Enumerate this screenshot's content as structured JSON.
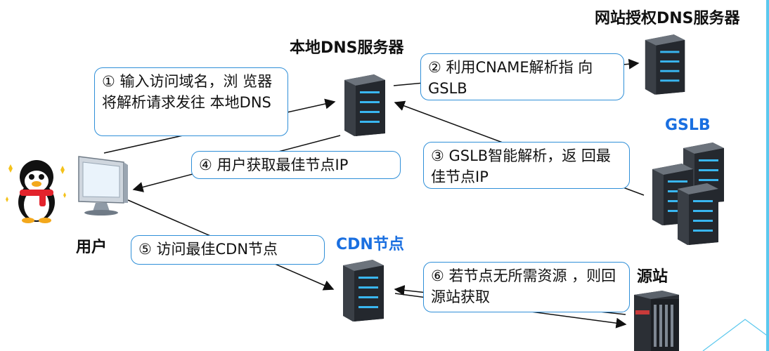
{
  "title_local_dns": "本地DNS服务器",
  "title_auth_dns": "网站授权DNS服务器",
  "title_gslb": "GSLB",
  "title_cdn": "CDN节点",
  "title_origin": "源站",
  "title_user": "用户",
  "steps": [
    {
      "text": "① 输入访问域名，浏 览器将解析请求发往 本地DNS"
    },
    {
      "text": "② 利用CNAME解析指 向GSLB"
    },
    {
      "text": "③ GSLB智能解析，返 回最佳节点IP"
    },
    {
      "text": "④ 用户获取最佳节点IP"
    },
    {
      "text": "⑤ 访问最佳CDN节点"
    },
    {
      "text": "⑥ 若节点无所需资源 ，则回源站获取"
    }
  ],
  "colors": {
    "box_border": "#2f8fd8",
    "accent_blue": "#1a6fe0",
    "server_light": "#39b6f0"
  }
}
